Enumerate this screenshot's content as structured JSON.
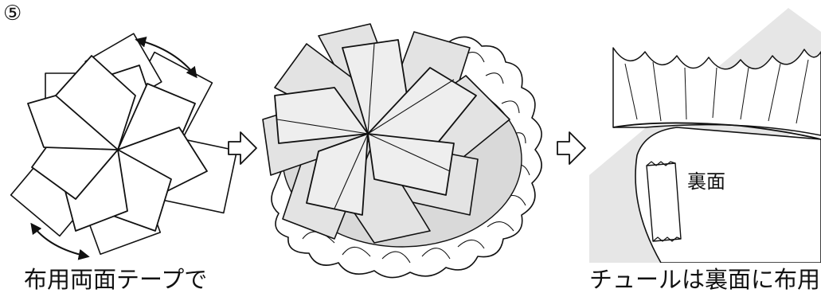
{
  "step_number": "⑤",
  "captions": {
    "left": "布用両面テープで",
    "right": "チュールは裏面に布用"
  },
  "labels": {
    "back_side": "裏面"
  }
}
